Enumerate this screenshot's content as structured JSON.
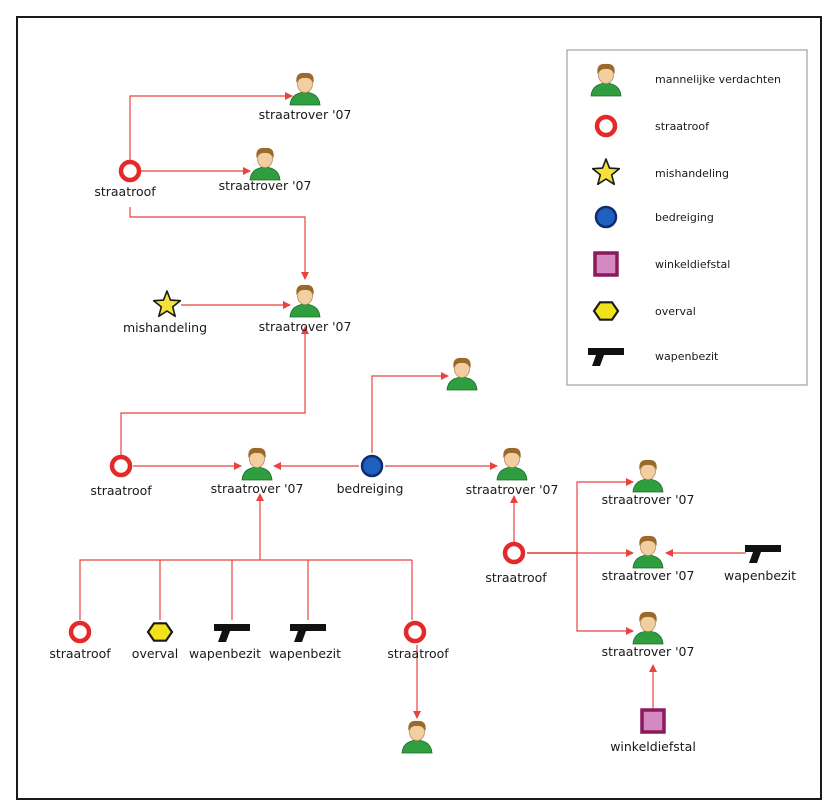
{
  "legend": {
    "items": [
      {
        "type": "suspect",
        "label": "mannelijke verdachten"
      },
      {
        "type": "straatroof",
        "label": "straatroof"
      },
      {
        "type": "mishandeling",
        "label": "mishandeling"
      },
      {
        "type": "bedreiging",
        "label": "bedreiging"
      },
      {
        "type": "winkeldiefstal",
        "label": "winkeldiefstal"
      },
      {
        "type": "overval",
        "label": "overval"
      },
      {
        "type": "wapenbezit",
        "label": "wapenbezit"
      }
    ]
  },
  "colors": {
    "edge": "#e8433f",
    "straatroof": "#e32929",
    "mishandeling": "#f5e13a",
    "bedreiging": "#1f5fbf",
    "winkeldiefstal": "#8a1a5c",
    "overval": "#f2e21a",
    "shirt": "#2f9e3f",
    "hair": "#9a6a2a",
    "skin": "#f2cfa0"
  },
  "nodes": [
    {
      "id": "s1",
      "type": "suspect",
      "label": "straatrover '07"
    },
    {
      "id": "s2",
      "type": "suspect",
      "label": "straatrover '07"
    },
    {
      "id": "s3",
      "type": "suspect",
      "label": "straatrover '07"
    },
    {
      "id": "s4",
      "type": "suspect",
      "label": ""
    },
    {
      "id": "s5",
      "type": "suspect",
      "label": "straatrover '07"
    },
    {
      "id": "s6",
      "type": "suspect",
      "label": "straatrover '07"
    },
    {
      "id": "s7",
      "type": "suspect",
      "label": "straatrover '07"
    },
    {
      "id": "s8",
      "type": "suspect",
      "label": "straatrover '07"
    },
    {
      "id": "s9",
      "type": "suspect",
      "label": "straatrover '07"
    },
    {
      "id": "s10",
      "type": "suspect",
      "label": ""
    },
    {
      "id": "r1",
      "type": "straatroof",
      "label": "straatroof"
    },
    {
      "id": "m1",
      "type": "mishandeling",
      "label": "mishandeling"
    },
    {
      "id": "r2",
      "type": "straatroof",
      "label": "straatroof"
    },
    {
      "id": "b1",
      "type": "bedreiging",
      "label": "bedreiging"
    },
    {
      "id": "r3",
      "type": "straatroof",
      "label": "straatroof"
    },
    {
      "id": "w1",
      "type": "wapenbezit",
      "label": "wapenbezit"
    },
    {
      "id": "r4",
      "type": "straatroof",
      "label": "straatroof"
    },
    {
      "id": "o1",
      "type": "overval",
      "label": "overval"
    },
    {
      "id": "w2",
      "type": "wapenbezit",
      "label": "wapenbezit"
    },
    {
      "id": "w3",
      "type": "wapenbezit",
      "label": "wapenbezit"
    },
    {
      "id": "r5",
      "type": "straatroof",
      "label": "straatroof"
    },
    {
      "id": "k1",
      "type": "winkeldiefstal",
      "label": "winkeldiefstal"
    }
  ],
  "edges": [
    {
      "from": "r1",
      "to": "s1"
    },
    {
      "from": "r1",
      "to": "s2"
    },
    {
      "from": "r1",
      "to": "s3"
    },
    {
      "from": "m1",
      "to": "s3"
    },
    {
      "from": "r2",
      "to": "s3"
    },
    {
      "from": "r2",
      "to": "s5"
    },
    {
      "from": "b1",
      "to": "s5"
    },
    {
      "from": "b1",
      "to": "s4"
    },
    {
      "from": "b1",
      "to": "s6"
    },
    {
      "from": "r3",
      "to": "s6"
    },
    {
      "from": "r3",
      "to": "s7"
    },
    {
      "from": "r3",
      "to": "s8"
    },
    {
      "from": "r3",
      "to": "s9"
    },
    {
      "from": "w1",
      "to": "s8"
    },
    {
      "from": "k1",
      "to": "s9"
    },
    {
      "from": "r4",
      "to": "s5"
    },
    {
      "from": "o1",
      "to": "s5"
    },
    {
      "from": "w2",
      "to": "s5"
    },
    {
      "from": "w3",
      "to": "s5"
    },
    {
      "from": "r5",
      "to": "s5"
    },
    {
      "from": "r5",
      "to": "s10"
    }
  ]
}
